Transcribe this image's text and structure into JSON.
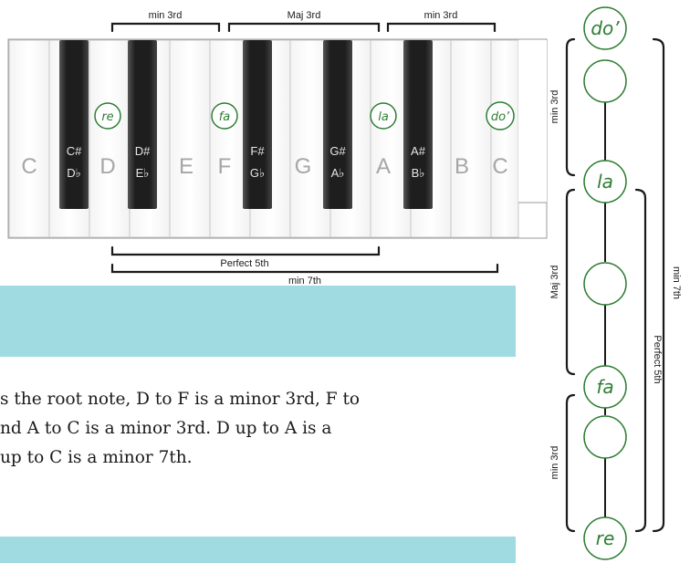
{
  "keyboard": {
    "white_keys": [
      "C",
      "D",
      "E",
      "F",
      "G",
      "A",
      "B",
      "C"
    ],
    "black_keys": [
      {
        "sharp": "C#",
        "flat": "D♭"
      },
      {
        "sharp": "D#",
        "flat": "E♭"
      },
      {
        "sharp": "F#",
        "flat": "G♭"
      },
      {
        "sharp": "G#",
        "flat": "A♭"
      },
      {
        "sharp": "A#",
        "flat": "B♭"
      }
    ],
    "solfege": [
      "re",
      "fa",
      "la",
      "do’"
    ]
  },
  "top_intervals": [
    "min 3rd",
    "Maj 3rd",
    "min 3rd"
  ],
  "bottom_intervals": [
    "Perfect 5th",
    "min 7th"
  ],
  "ladder": {
    "nodes": [
      "do’",
      "",
      "la",
      "",
      "fa",
      "",
      "re"
    ],
    "left_intervals": [
      "min 3rd",
      "Maj 3rd",
      "min 3rd"
    ],
    "right_intervals": [
      "Perfect 5th",
      "min 7th"
    ]
  },
  "description": {
    "lines": [
      "s the root note, D to F is a minor 3rd, F to",
      "nd A to C is a minor 3rd. D up to A is a",
      " up to C is a minor 7th."
    ]
  },
  "colors": {
    "accent_green": "#2e7d32",
    "band": "#9fdbe0",
    "key_label_gray": "#a6a6a6",
    "black_key": "#222222"
  }
}
